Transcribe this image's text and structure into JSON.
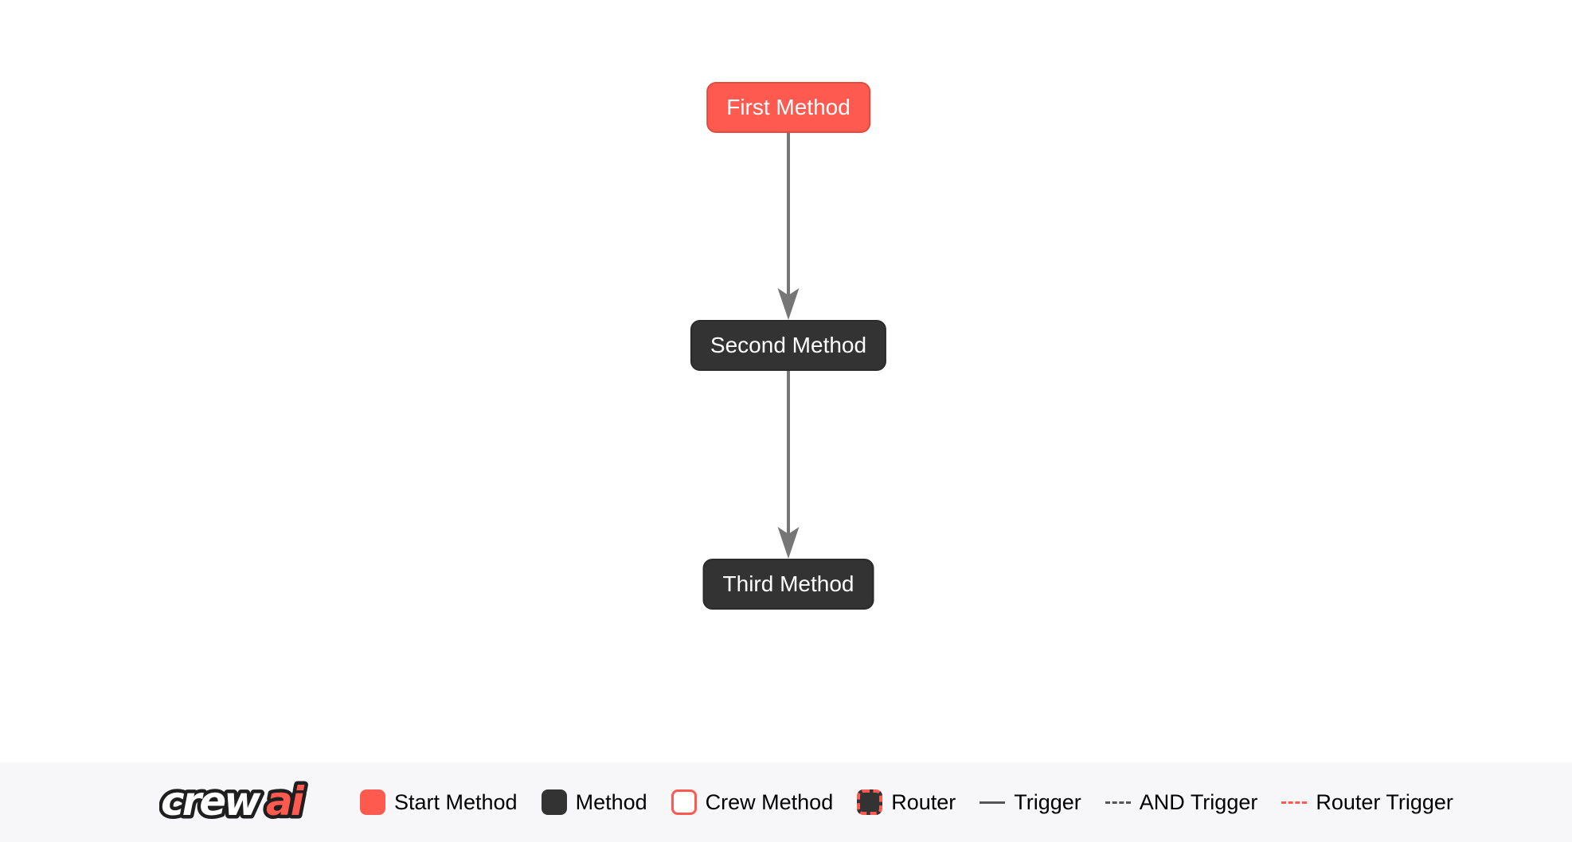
{
  "diagram": {
    "nodes": [
      {
        "label": "First Method",
        "type": "start-method"
      },
      {
        "label": "Second Method",
        "type": "method"
      },
      {
        "label": "Third Method",
        "type": "method"
      }
    ],
    "edges": [
      {
        "from": "First Method",
        "to": "Second Method",
        "type": "trigger"
      },
      {
        "from": "Second Method",
        "to": "Third Method",
        "type": "trigger"
      }
    ]
  },
  "legend": {
    "logo": {
      "part1": "crew",
      "part2": "ai"
    },
    "items": [
      {
        "label": "Start Method",
        "swatch": "red-rounded-square"
      },
      {
        "label": "Method",
        "swatch": "dark-rounded-square"
      },
      {
        "label": "Crew Method",
        "swatch": "white-square-red-border"
      },
      {
        "label": "Router",
        "swatch": "dark-square-red-dashed-border"
      },
      {
        "label": "Trigger",
        "swatch": "solid-gray-line"
      },
      {
        "label": "AND Trigger",
        "swatch": "dashed-gray-line"
      },
      {
        "label": "Router Trigger",
        "swatch": "dashed-red-line"
      }
    ]
  },
  "colors": {
    "accent_red": "#FF5A50",
    "node_dark": "#333333",
    "edge_gray": "#767676",
    "legend_line_gray": "#555555",
    "legend_bg": "#F7F7F9",
    "canvas_bg": "#FFFFFF",
    "node_text": "#FFFFFF"
  }
}
